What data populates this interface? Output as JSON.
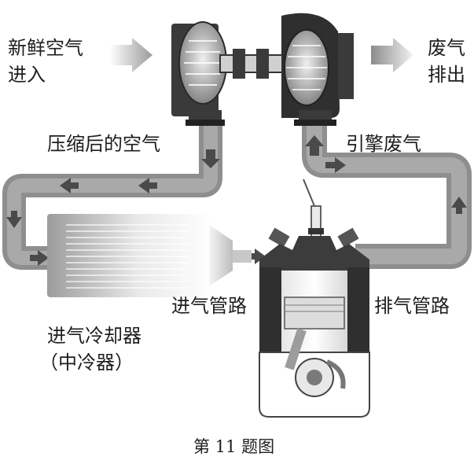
{
  "labels": {
    "fresh_air_line1": "新鲜空气",
    "fresh_air_line2": "进入",
    "exhaust_out_line1": "废气",
    "exhaust_out_line2": "排出",
    "compressed_air": "压缩后的空气",
    "engine_exhaust": "引擎废气",
    "intake_manifold": "进气管路",
    "exhaust_manifold": "排气管路",
    "intercooler_line1": "进气冷却器",
    "intercooler_line2": "（中冷器）"
  },
  "caption": "第 11 题图",
  "colors": {
    "pipe": "#8e8e8e",
    "pipe_inner": "#a8a8a8",
    "dark": "#2b2b2b",
    "arrow": "#555555"
  }
}
